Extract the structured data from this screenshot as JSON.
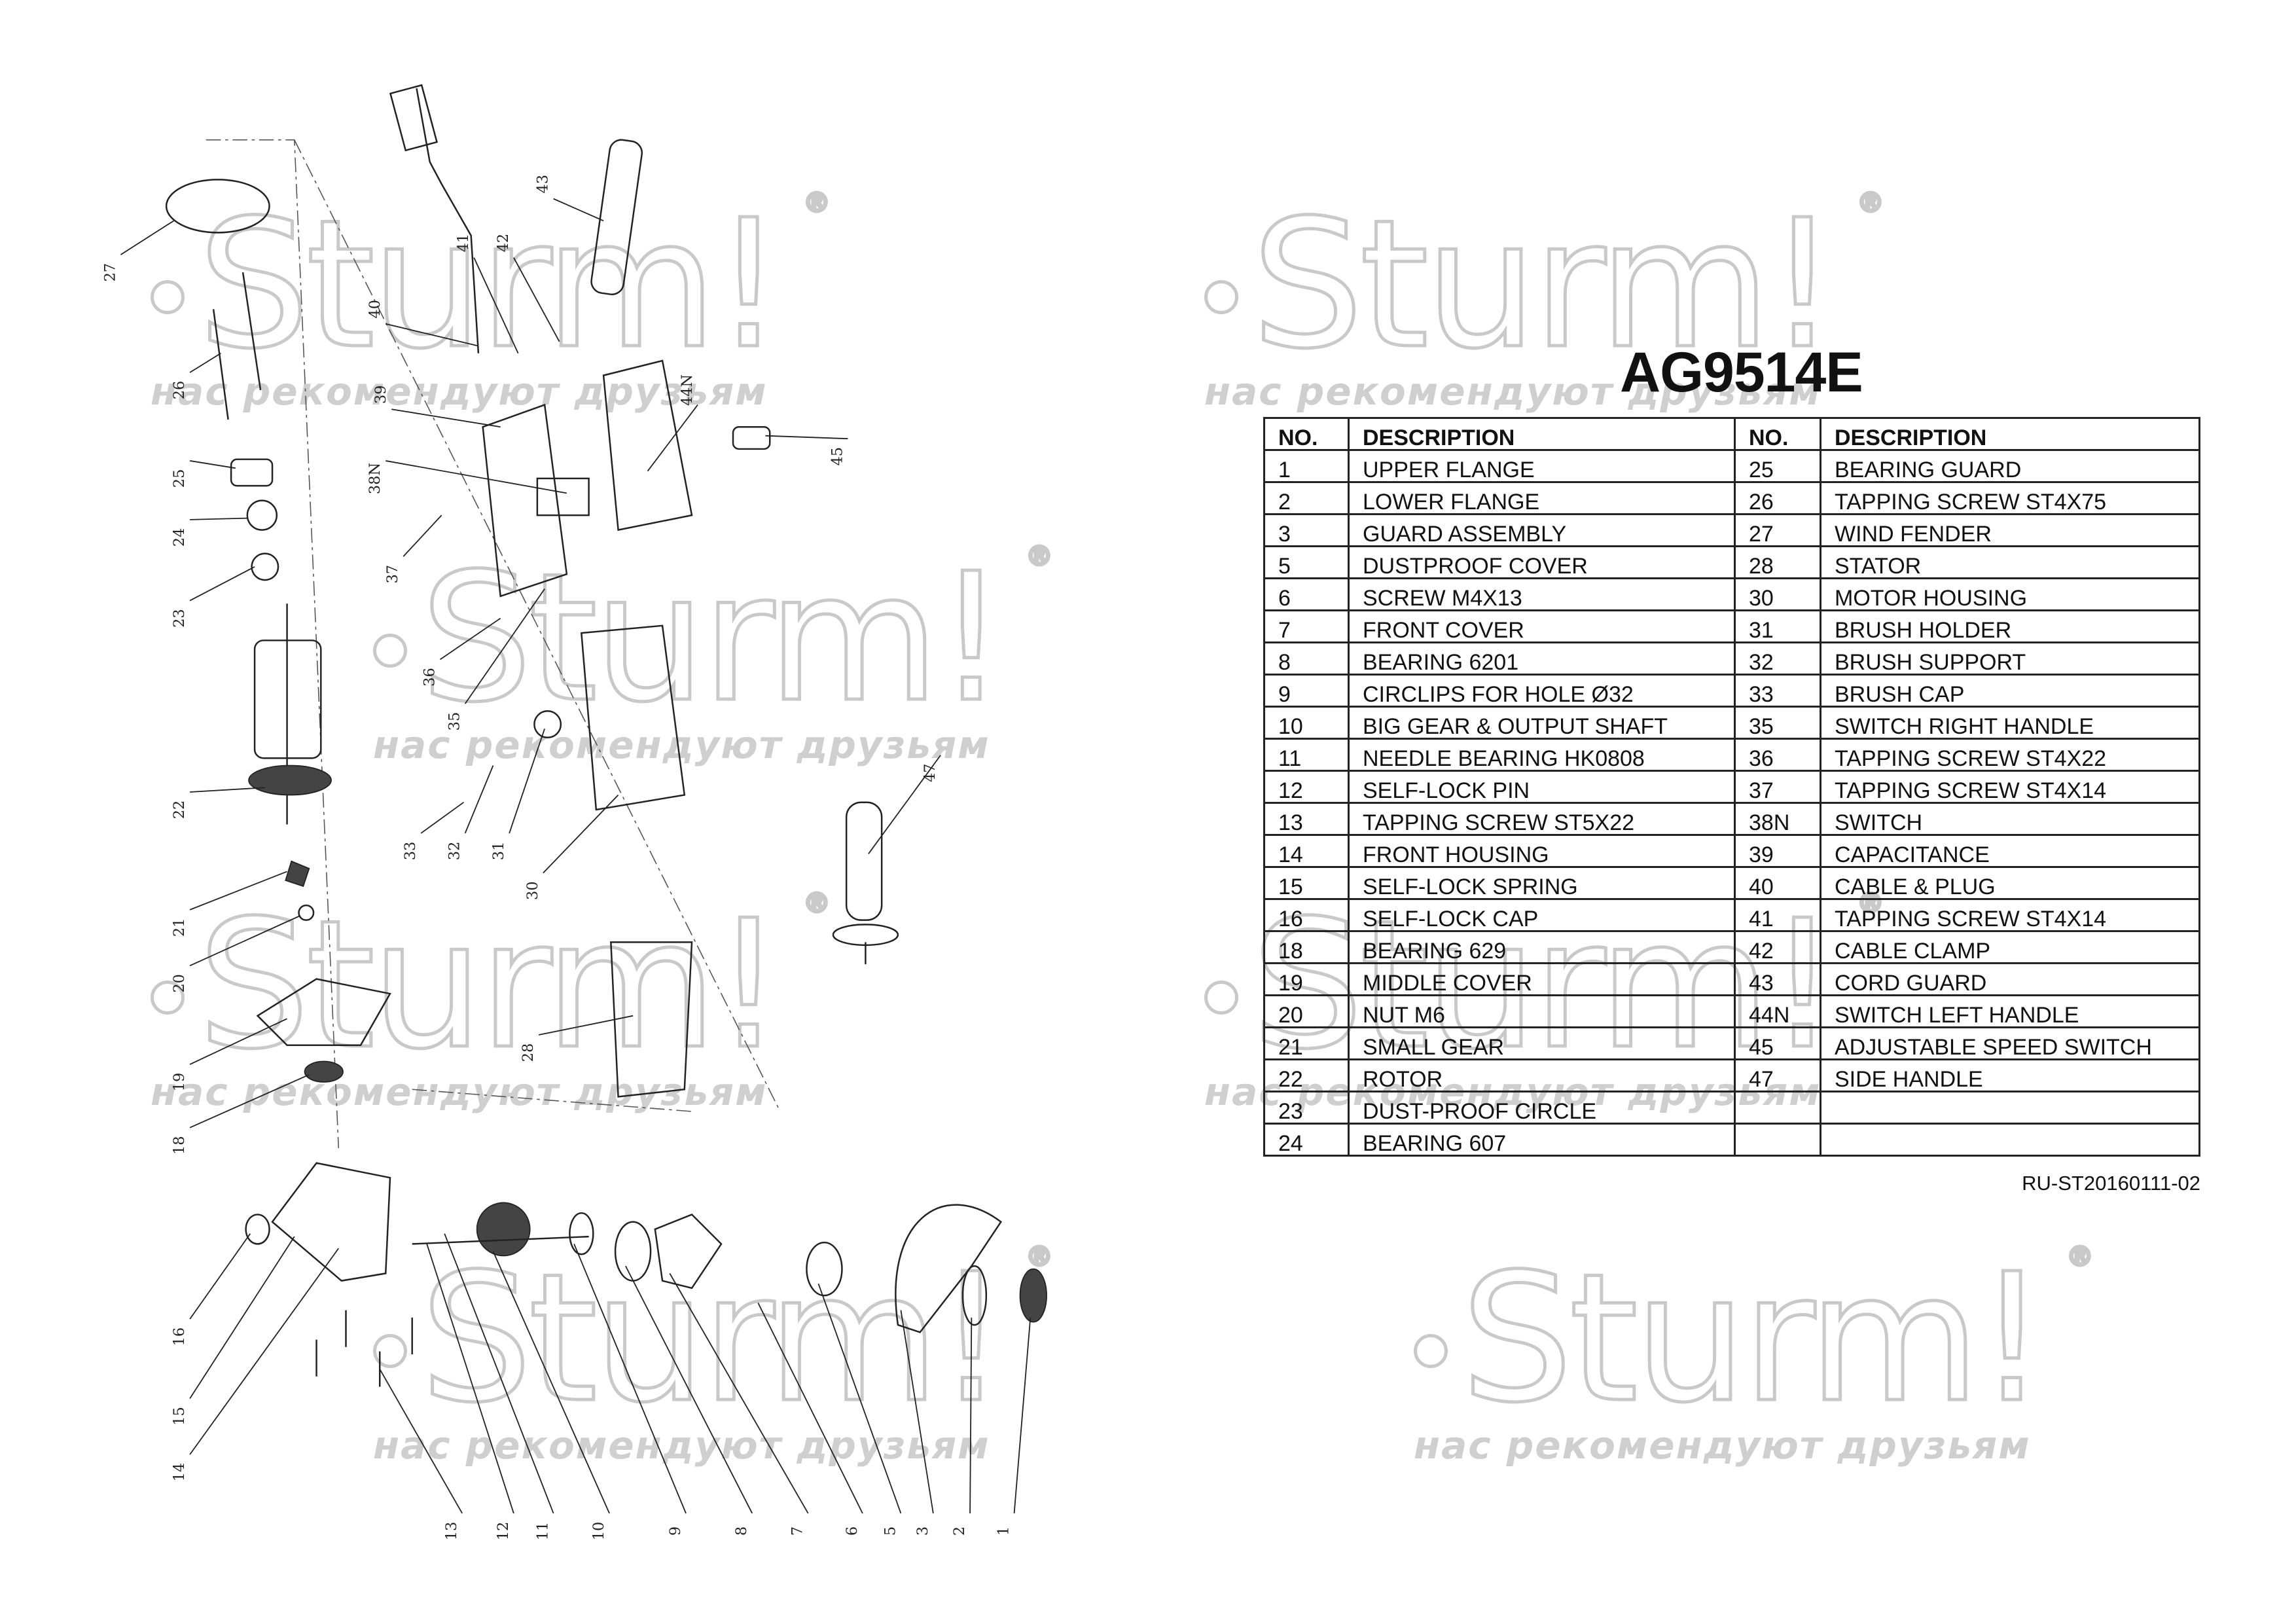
{
  "model": "AG9514E",
  "document_code": "RU-ST20160111-02",
  "watermark": {
    "brand": "Sturm!",
    "registered": "®",
    "tagline": "нас рекомендуют друзьям"
  },
  "table": {
    "headers": {
      "no": "NO.",
      "description": "DESCRIPTION"
    },
    "left": [
      {
        "no": "1",
        "description": "UPPER FLANGE"
      },
      {
        "no": "2",
        "description": "LOWER FLANGE"
      },
      {
        "no": "3",
        "description": "GUARD  ASSEMBLY"
      },
      {
        "no": "5",
        "description": "DUSTPROOF COVER"
      },
      {
        "no": "6",
        "description": "SCREW M4X13"
      },
      {
        "no": "7",
        "description": "FRONT COVER"
      },
      {
        "no": "8",
        "description": "BEARING 6201"
      },
      {
        "no": "9",
        "description": "CIRCLIPS FOR HOLE Ø32"
      },
      {
        "no": "10",
        "description": "BIG GEAR & OUTPUT SHAFT"
      },
      {
        "no": "11",
        "description": "NEEDLE BEARING HK0808"
      },
      {
        "no": "12",
        "description": "SELF-LOCK PIN"
      },
      {
        "no": "13",
        "description": "TAPPING SCREW ST5X22"
      },
      {
        "no": "14",
        "description": "FRONT HOUSING"
      },
      {
        "no": "15",
        "description": "SELF-LOCK SPRING"
      },
      {
        "no": "16",
        "description": "SELF-LOCK CAP"
      },
      {
        "no": "18",
        "description": "BEARING 629"
      },
      {
        "no": "19",
        "description": "MIDDLE COVER"
      },
      {
        "no": "20",
        "description": "NUT M6"
      },
      {
        "no": "21",
        "description": "SMALL GEAR"
      },
      {
        "no": "22",
        "description": "ROTOR"
      },
      {
        "no": "23",
        "description": "DUST-PROOF CIRCLE"
      },
      {
        "no": "24",
        "description": "BEARING 607"
      }
    ],
    "right": [
      {
        "no": "25",
        "description": "BEARING GUARD"
      },
      {
        "no": "26",
        "description": "TAPPING SCREW ST4X75"
      },
      {
        "no": "27",
        "description": "WIND FENDER"
      },
      {
        "no": "28",
        "description": "STATOR"
      },
      {
        "no": "30",
        "description": "MOTOR HOUSING"
      },
      {
        "no": "31",
        "description": "BRUSH HOLDER"
      },
      {
        "no": "32",
        "description": "BRUSH SUPPORT"
      },
      {
        "no": "33",
        "description": "BRUSH CAP"
      },
      {
        "no": "35",
        "description": "SWITCH RIGHT HANDLE"
      },
      {
        "no": "36",
        "description": "TAPPING SCREW ST4X22"
      },
      {
        "no": "37",
        "description": "TAPPING SCREW ST4X14"
      },
      {
        "no": "38N",
        "description": "SWITCH"
      },
      {
        "no": "39",
        "description": "CAPACITANCE"
      },
      {
        "no": "40",
        "description": "CABLE & PLUG"
      },
      {
        "no": "41",
        "description": "TAPPING SCREW ST4X14"
      },
      {
        "no": "42",
        "description": "CABLE CLAMP"
      },
      {
        "no": "43",
        "description": "CORD GUARD"
      },
      {
        "no": "44N",
        "description": "SWITCH LEFT HANDLE"
      },
      {
        "no": "45",
        "description": "ADJUSTABLE SPEED SWITCH"
      },
      {
        "no": "47",
        "description": "SIDE HANDLE"
      },
      {
        "no": "",
        "description": ""
      },
      {
        "no": "",
        "description": ""
      }
    ]
  },
  "diagram": {
    "callouts": [
      "27",
      "26",
      "25",
      "24",
      "23",
      "22",
      "21",
      "20",
      "19",
      "18",
      "16",
      "15",
      "14",
      "13",
      "12",
      "11",
      "10",
      "9",
      "8",
      "7",
      "6",
      "5",
      "3",
      "2",
      "1",
      "40",
      "41",
      "42",
      "43",
      "39",
      "38N",
      "37",
      "36",
      "35",
      "33",
      "32",
      "31",
      "30",
      "28",
      "44N",
      "45",
      "47"
    ]
  }
}
